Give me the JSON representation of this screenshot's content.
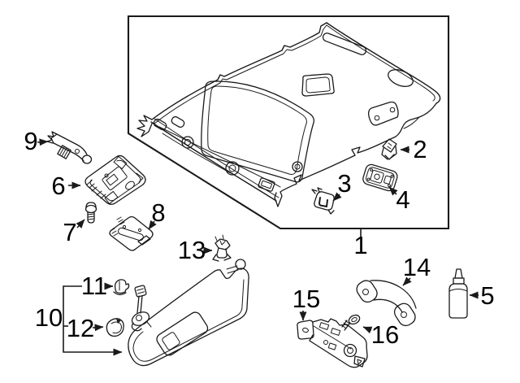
{
  "diagram": {
    "background_color": "#ffffff",
    "line_color": "#1a1a1a",
    "label_color": "#000000",
    "callouts": [
      {
        "label": "1",
        "part": "headliner-panel"
      },
      {
        "label": "2",
        "part": "retainer-clip"
      },
      {
        "label": "3",
        "part": "retainer-clip"
      },
      {
        "label": "4",
        "part": "dome-lamp"
      },
      {
        "label": "5",
        "part": "adhesive-tube"
      },
      {
        "label": "6",
        "part": "overhead-console"
      },
      {
        "label": "7",
        "part": "screw"
      },
      {
        "label": "8",
        "part": "mounting-plate"
      },
      {
        "label": "9",
        "part": "visor-rod"
      },
      {
        "label": "10",
        "part": "sun-visor"
      },
      {
        "label": "11",
        "part": "visor-clip"
      },
      {
        "label": "12",
        "part": "pivot-cap"
      },
      {
        "label": "13",
        "part": "visor-holder"
      },
      {
        "label": "14",
        "part": "grab-handle"
      },
      {
        "label": "15",
        "part": "roof-bracket"
      },
      {
        "label": "16",
        "part": "screw"
      }
    ]
  }
}
